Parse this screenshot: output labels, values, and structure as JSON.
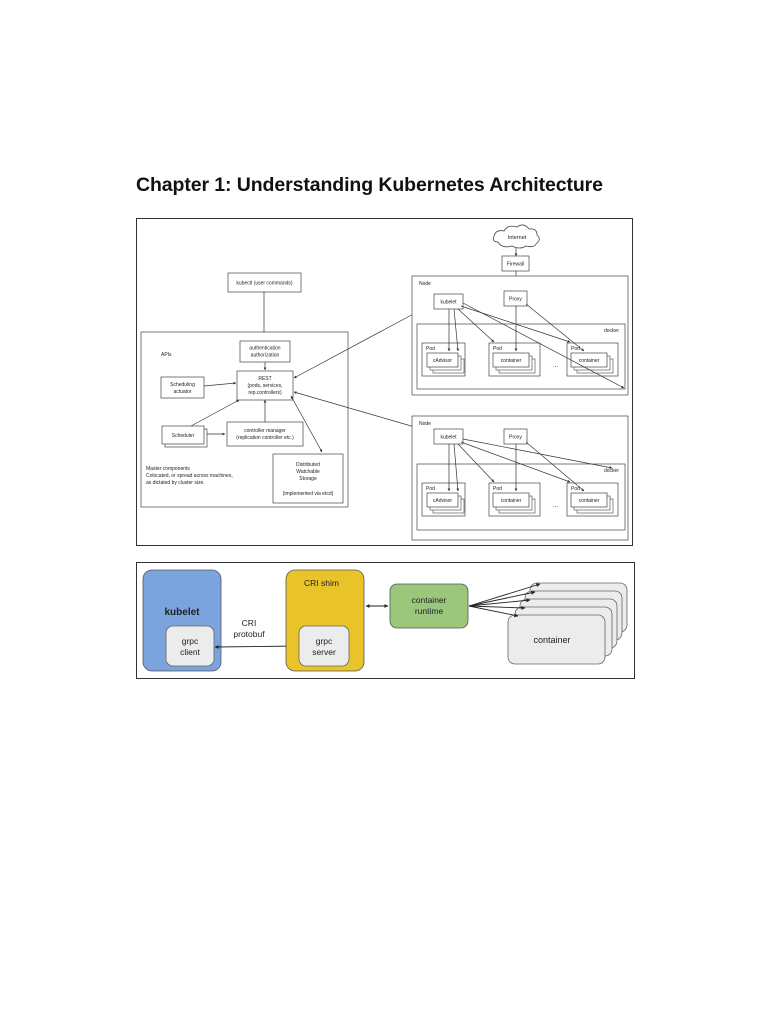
{
  "page": {
    "title": "Chapter 1: Understanding Kubernetes Architecture"
  },
  "figure1": {
    "internet": "Internet",
    "firewall": "Firewall",
    "kubectl": "kubectl (user commands)",
    "apis": "APIs",
    "auth": [
      "authentication",
      "authorization"
    ],
    "rest": [
      "REST",
      "(pods, services,",
      "rep.controllers)"
    ],
    "scheduling": [
      "Scheduling",
      "actuator"
    ],
    "scheduler": "Scheduler",
    "controller": [
      "controller manager",
      "(replication controller etc.)"
    ],
    "storage": [
      "Distributed",
      "Watchable",
      "Storage",
      "(implemented via etcd)"
    ],
    "master_note": [
      "Master components",
      "Colocated, or spread across machines,",
      "as dictated by cluster size."
    ],
    "nodes": [
      {
        "node": "Node",
        "kubelet": "kubelet",
        "proxy": "Proxy",
        "docker": "docker",
        "pod_label": "Pod",
        "cadvisor": "cAdvisor",
        "container": "container",
        "ellipsis": "..."
      },
      {
        "node": "Node",
        "kubelet": "kubelet",
        "proxy": "Proxy",
        "docker": "docker",
        "pod_label": "Pod",
        "cadvisor": "cAdvisor",
        "container": "container",
        "ellipsis": "..."
      }
    ]
  },
  "figure2": {
    "kubelet": "kubelet",
    "grpc_client": [
      "grpc",
      "client"
    ],
    "cri_label": [
      "CRI",
      "protobuf"
    ],
    "cri_shim": "CRI shim",
    "grpc_server": [
      "grpc",
      "server"
    ],
    "runtime": [
      "container",
      "runtime"
    ],
    "container": "container",
    "colors": {
      "kubelet": "#7ba3dd",
      "shim": "#e8c32a",
      "runtime": "#9bc77c",
      "container": "#ececec"
    }
  }
}
